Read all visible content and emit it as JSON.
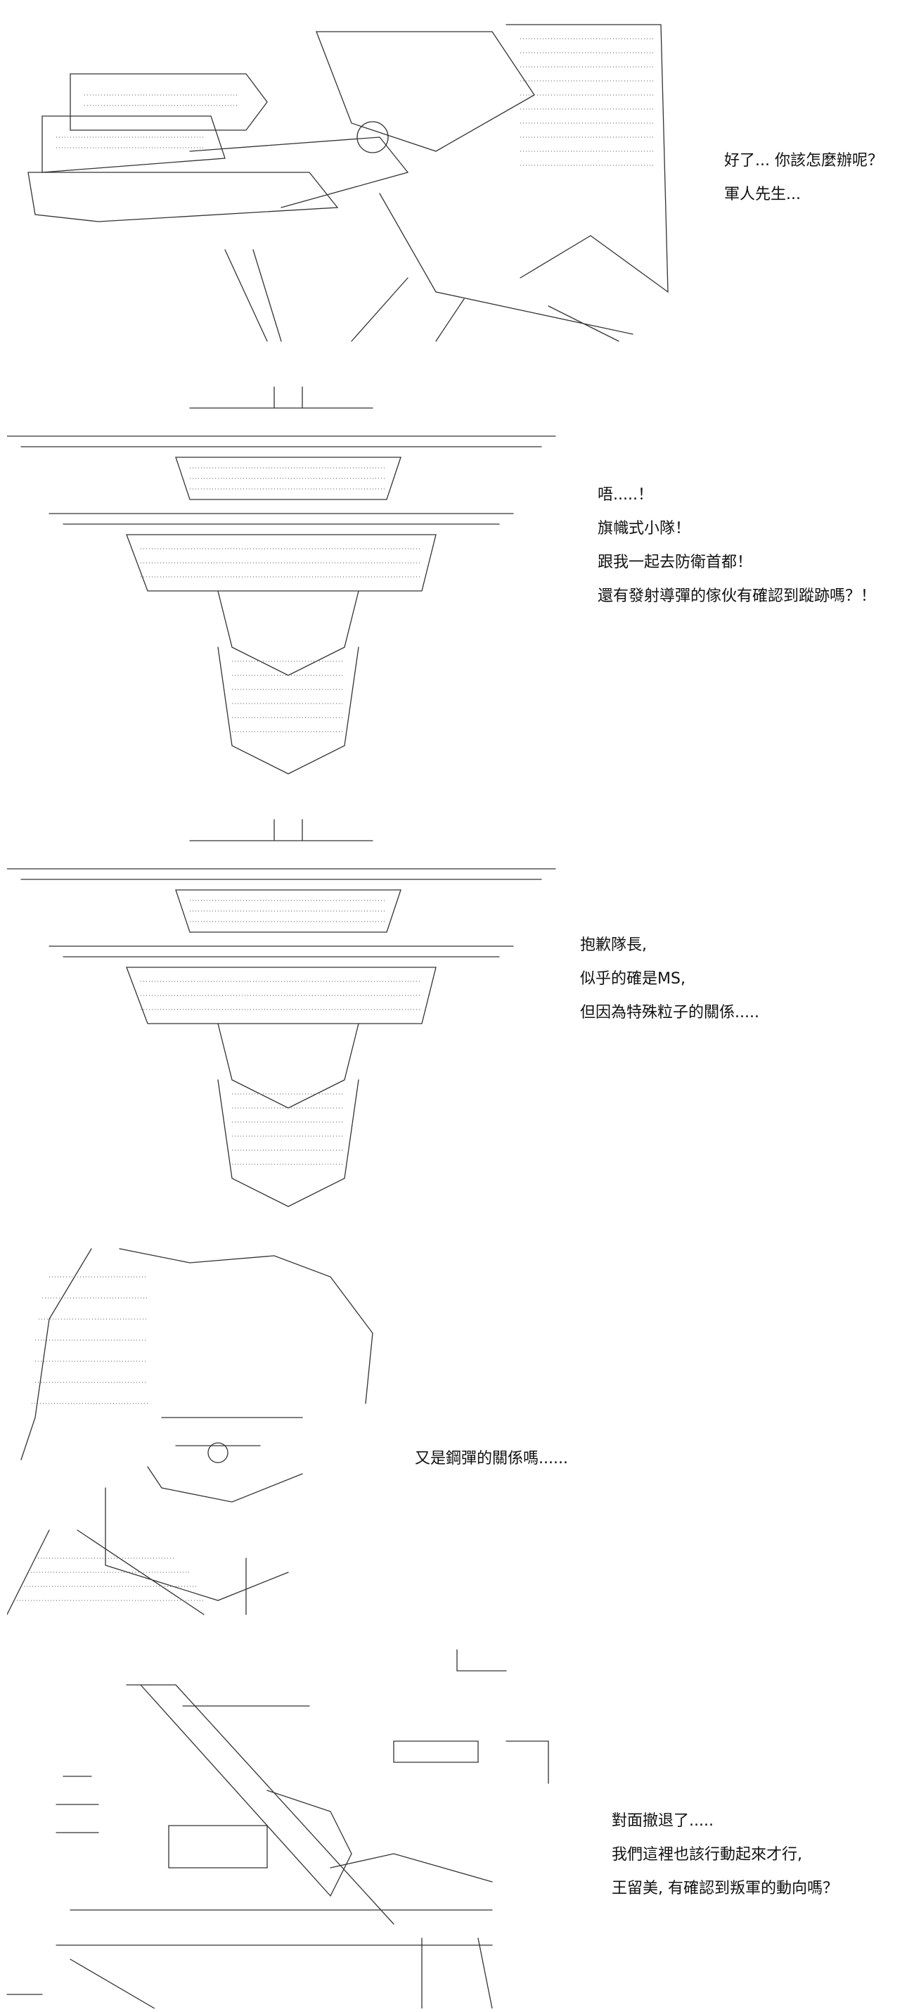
{
  "panels": [
    {
      "id": "panel-1",
      "lines": [
        "好了... 你該怎麼辦呢？",
        "軍人先生..."
      ]
    },
    {
      "id": "panel-2",
      "lines": [
        "唔.....！",
        "旗幟式小隊！",
        "跟我一起去防衛首都！",
        "還有發射導彈的傢伙有確認到蹤跡嗎？！"
      ]
    },
    {
      "id": "panel-3",
      "lines": [
        "抱歉隊長,",
        "似乎的確是MS,",
        "但因為特殊粒子的關係....."
      ]
    },
    {
      "id": "panel-4",
      "lines": [
        "又是鋼彈的關係嗎......"
      ]
    },
    {
      "id": "panel-5",
      "lines": [
        "對面撤退了.....",
        "我們這裡也該行動起來才行,",
        "王留美, 有確認到叛軍的動向嗎？"
      ]
    }
  ],
  "art": {
    "panel_1": "armored-vehicle-with-soldier",
    "panel_2": "mobile-suit-top-view",
    "panel_3": "mobile-suit-top-view",
    "panel_4": "pilot-face-closeup",
    "panel_5": "soldiers-and-pilots-scene"
  }
}
